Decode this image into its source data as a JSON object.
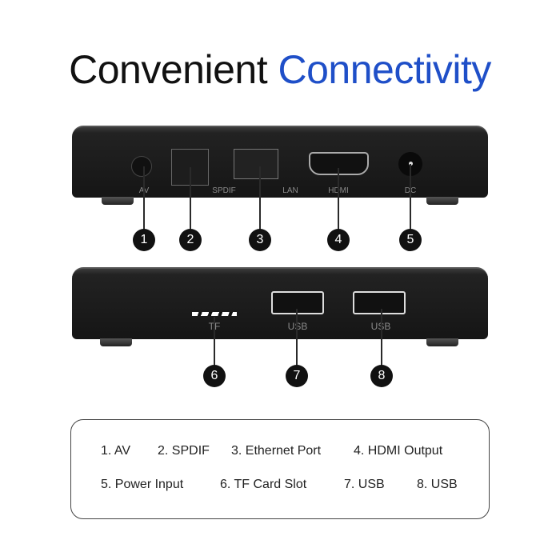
{
  "title": {
    "part1": "Convenient",
    "part2": "Connectivity"
  },
  "colors": {
    "accent": "#1f4fc8"
  },
  "top_ports": [
    {
      "label": "AV",
      "num": "1"
    },
    {
      "label": "SPDIF",
      "num": "2"
    },
    {
      "label": "LAN",
      "num": "3"
    },
    {
      "label": "HDMI",
      "num": "4"
    },
    {
      "label": "DC",
      "num": "5"
    }
  ],
  "bottom_ports": [
    {
      "label": "TF",
      "num": "6"
    },
    {
      "label": "USB",
      "num": "7"
    },
    {
      "label": "USB",
      "num": "8"
    }
  ],
  "legend": [
    "1. AV",
    "2. SPDIF",
    "3. Ethernet Port",
    "4. HDMI Output",
    "5. Power Input",
    "6. TF Card Slot",
    "7. USB",
    "8. USB"
  ]
}
